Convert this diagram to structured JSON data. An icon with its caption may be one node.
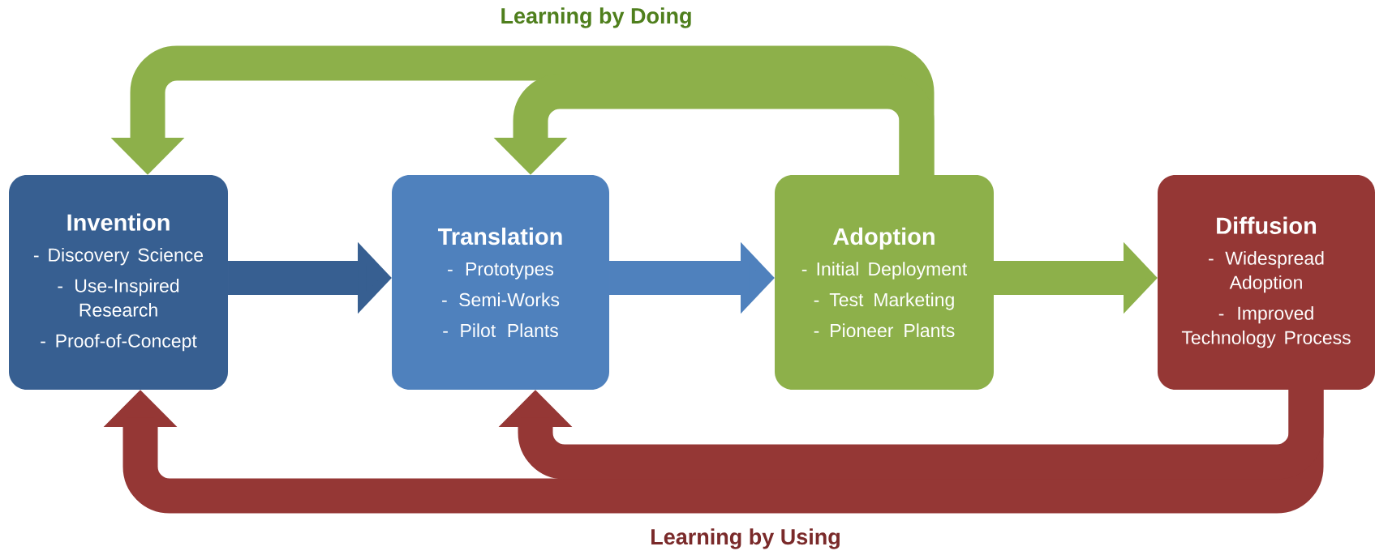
{
  "diagram": {
    "nodes": [
      {
        "text": [
          "Invention",
          "- Discovery Science",
          "- Use-Inspired Research",
          "- Proof-of-Concept"
        ]
      },
      {
        "text": [
          "Translation",
          "- Prototypes",
          "- Semi-Works",
          "- Pilot Plants"
        ]
      },
      {
        "text": [
          "Adoption",
          "- Initial Deployment",
          "- Test Marketing",
          "- Pioneer Plants"
        ]
      },
      {
        "text": [
          "Diffusion",
          "- Widespread Adoption",
          "- Improved Technology Process"
        ]
      }
    ],
    "edges": [
      {
        "from": 0,
        "to": 1,
        "arrow": "to",
        "color": "#375f91"
      },
      {
        "from": 1,
        "to": 2,
        "arrow": "to",
        "color": "#4f81bd"
      },
      {
        "from": 2,
        "to": 3,
        "arrow": "to",
        "color": "#8db04a"
      },
      {
        "from": 2,
        "to": 0,
        "arrow": "to",
        "color": "#8db04a"
      },
      {
        "from": 2,
        "to": 1,
        "arrow": "to",
        "color": "#8db04a"
      },
      {
        "from": 3,
        "to": 0,
        "arrow": "to",
        "color": "#953735"
      },
      {
        "from": 3,
        "to": 1,
        "arrow": "to",
        "color": "#953735"
      }
    ],
    "labels": [
      "Learning by Doing",
      "Learning by Using"
    ]
  }
}
